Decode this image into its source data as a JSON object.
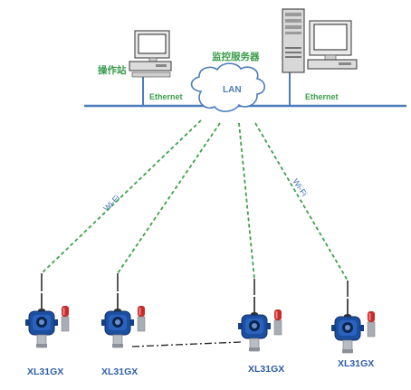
{
  "colors": {
    "network_line": "#4c7dbb",
    "accent_green": "#3a9c4c",
    "wifi_text": "#3f6fb0",
    "device_label": "#2d5ea8",
    "dashed_green": "#3ea24a",
    "device_body": "#1d4fa0",
    "alarm_red": "#c92a2a"
  },
  "labels": {
    "operator_station": "操作站",
    "monitor_server": "监控服务器",
    "ethernet_left": "Ethernet",
    "ethernet_right": "Ethernet",
    "lan": "LAN",
    "wifi_left": "Wi-Fi",
    "wifi_right": "Wi-Fi"
  },
  "devices": [
    {
      "label": "XL31GX",
      "icon": "gas-detector-icon"
    },
    {
      "label": "XL31GX",
      "icon": "gas-detector-icon"
    },
    {
      "label": "XL31GX",
      "icon": "gas-detector-icon"
    },
    {
      "label": "XL31GX",
      "icon": "gas-detector-icon"
    }
  ]
}
